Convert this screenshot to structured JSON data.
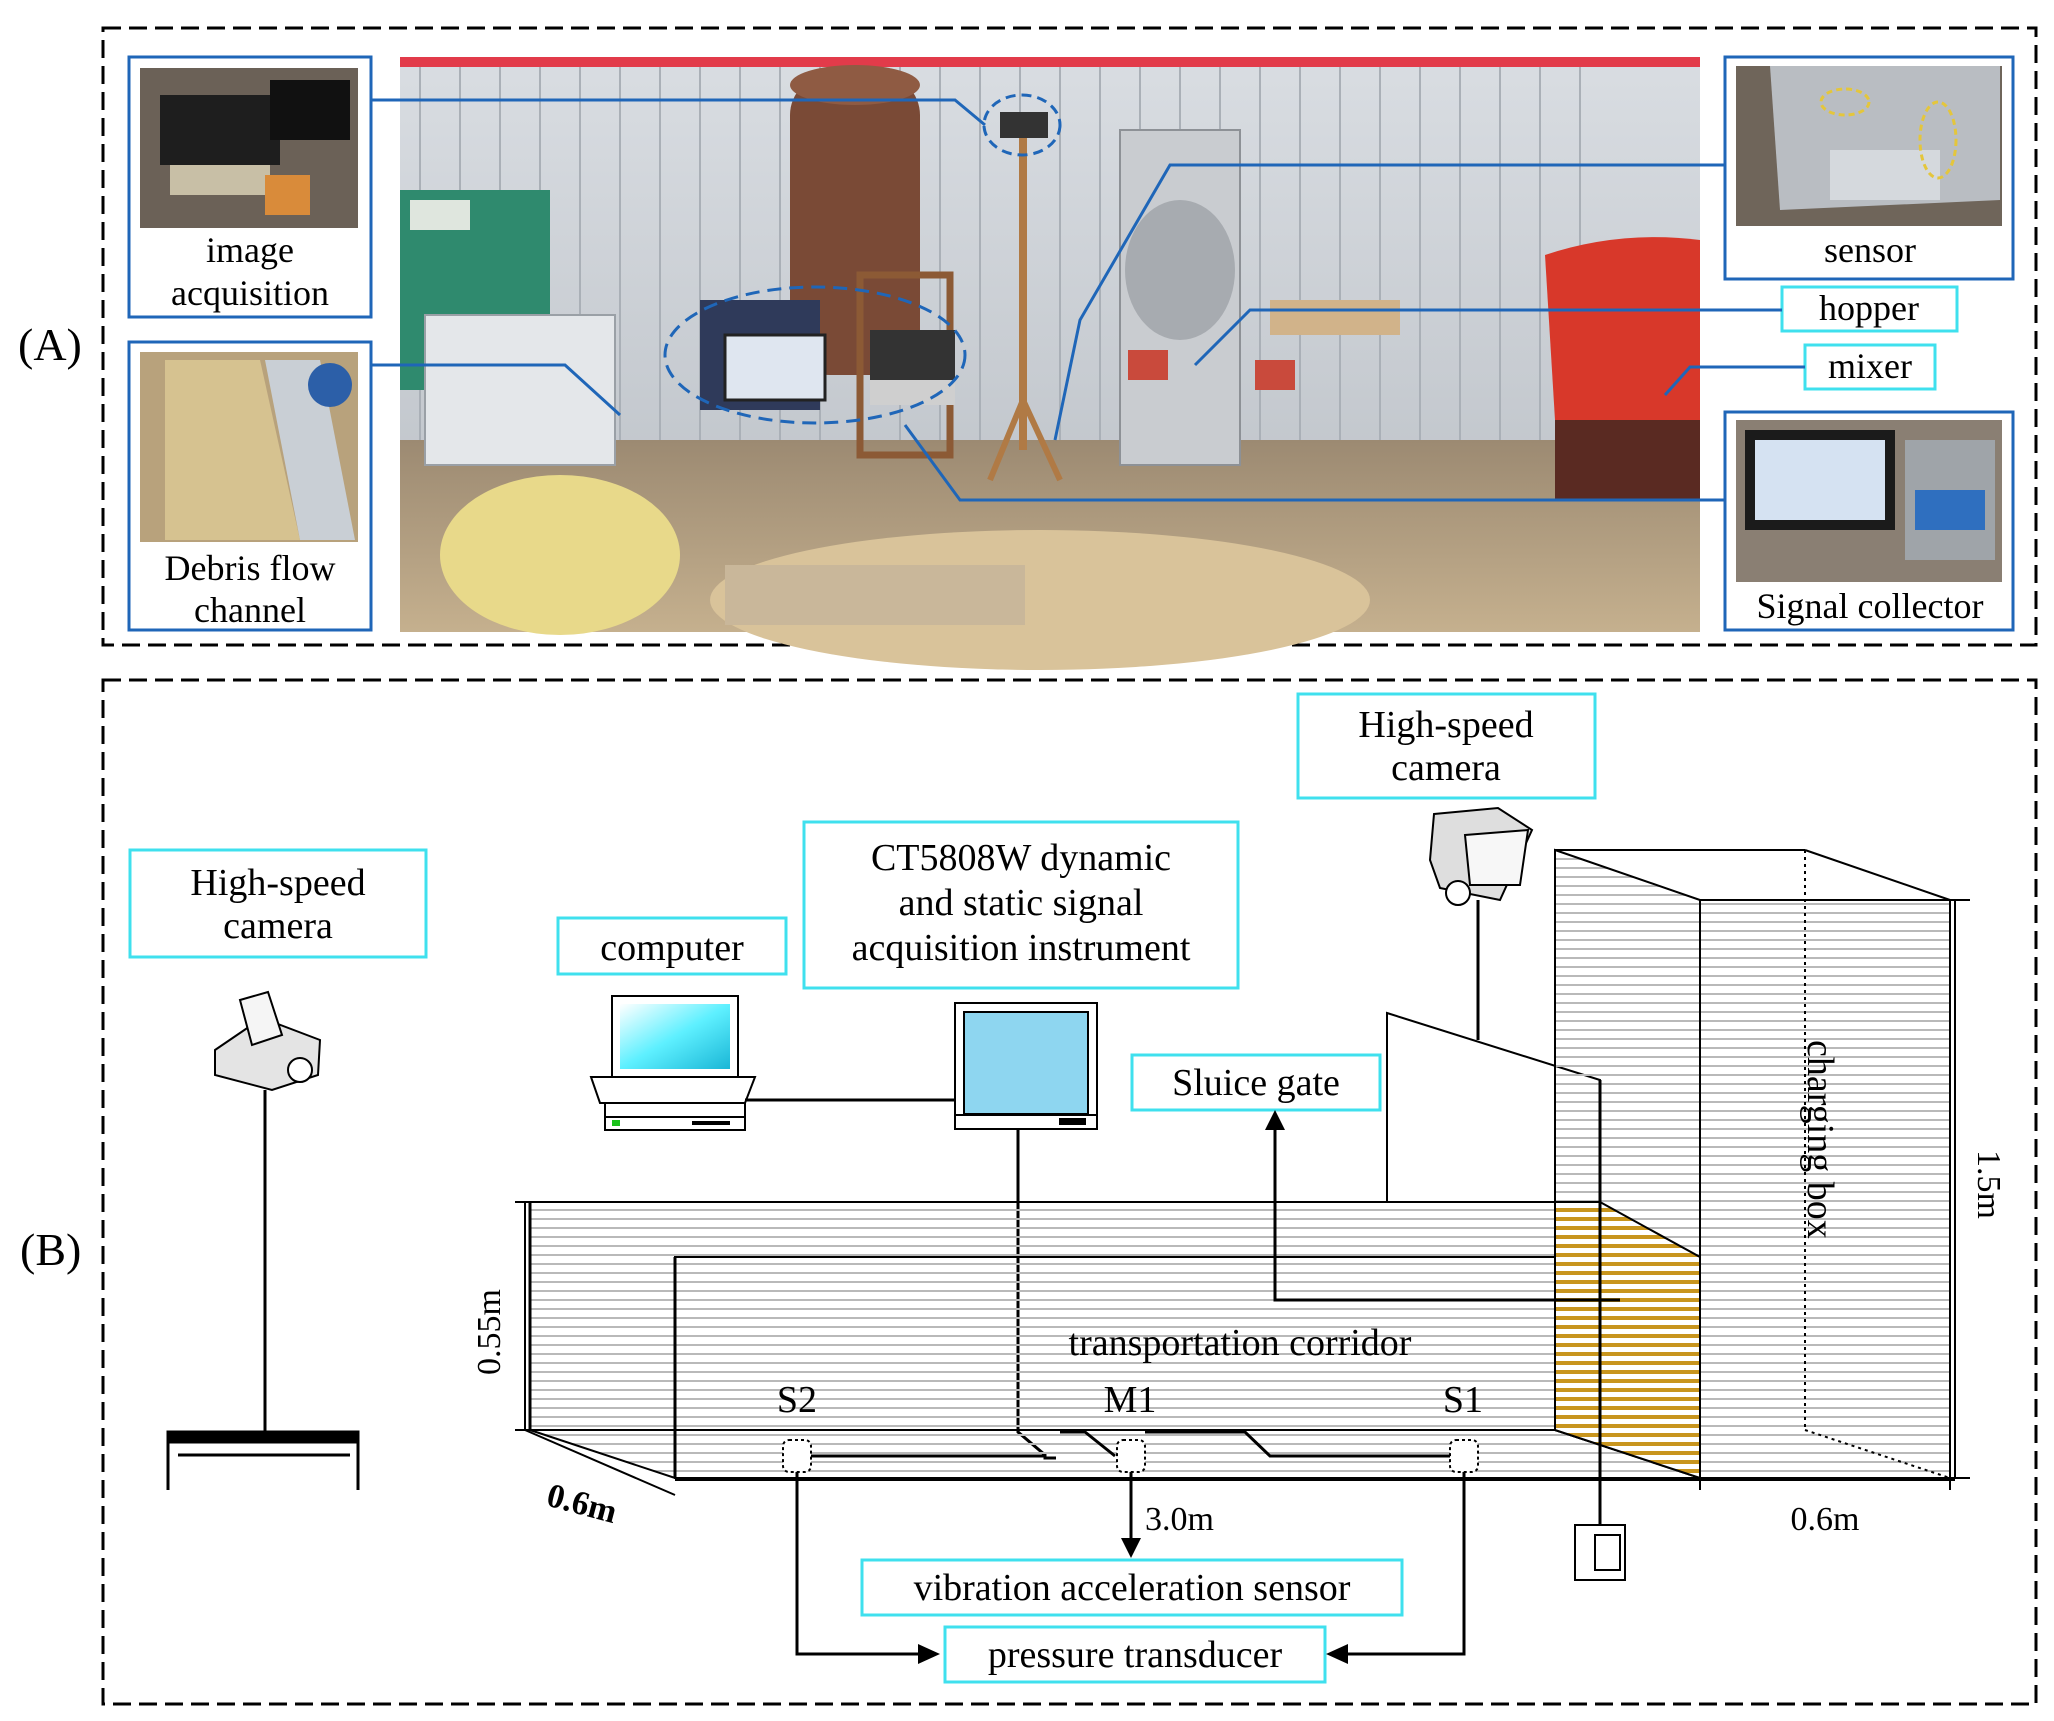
{
  "panels": {
    "a": {
      "tag": "(A)"
    },
    "b": {
      "tag": "(B)"
    }
  },
  "photo_labels": {
    "image_acquisition_l1": "image",
    "image_acquisition_l2": "acquisition",
    "debris_l1": "Debris flow",
    "debris_l2": "channel",
    "sensor": "sensor",
    "hopper": "hopper",
    "mixer": "mixer",
    "signal_collector": "Signal collector"
  },
  "diagram_labels": {
    "hs_camera_left_l1": "High-speed",
    "hs_camera_left_l2": "camera",
    "hs_camera_right_l1": "High-speed",
    "hs_camera_right_l2": "camera",
    "computer": "computer",
    "instrument_l1": "CT5808W dynamic",
    "instrument_l2": "and static signal",
    "instrument_l3": "acquisition instrument",
    "sluice_gate": "Sluice gate",
    "charging_box": "charging box",
    "corridor": "transportation corridor",
    "s2": "S2",
    "m1": "M1",
    "s1": "S1",
    "vibration_sensor": "vibration acceleration sensor",
    "pressure_transducer": "pressure transducer"
  },
  "dimensions": {
    "height_channel": "0.55m",
    "width_channel": "0.6m",
    "length_channel": "3.0m",
    "width_box": "0.6m",
    "height_box": "1.5m"
  },
  "colors": {
    "photo_frame": "#1f66b8",
    "label_box": "#3fe0ee",
    "hatch": "#bdbdbd",
    "gate_fill": "#c8951e",
    "screen": "#8ed6f0"
  }
}
